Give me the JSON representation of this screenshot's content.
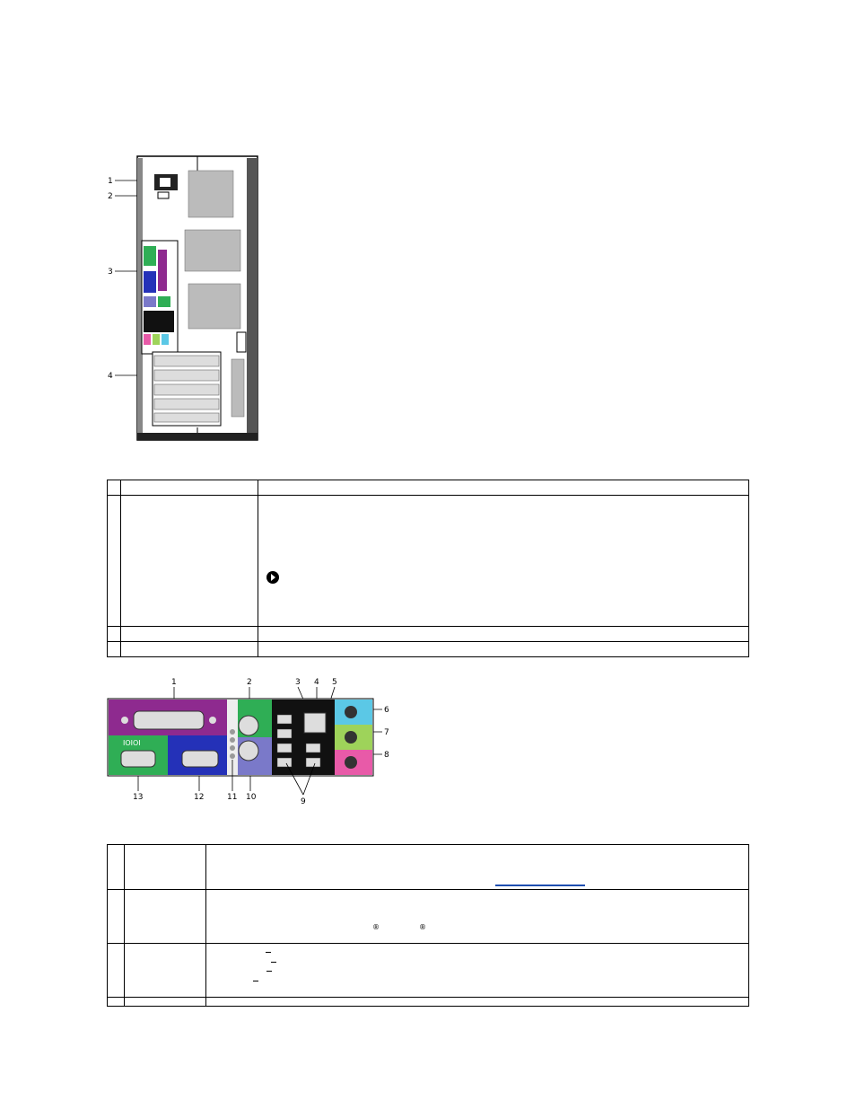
{
  "figure1": {
    "callouts": [
      "1",
      "2",
      "3",
      "4"
    ]
  },
  "figure2": {
    "callouts_top": [
      "1",
      "2",
      "3",
      "4",
      "5"
    ],
    "callouts_right": [
      "6",
      "7",
      "8"
    ],
    "callouts_bottom": [
      "13",
      "12",
      "11",
      "10",
      "9"
    ],
    "serial_port_label": "IOIOI"
  },
  "table1": {
    "rows": 4,
    "notice_icon": "notice-icon"
  },
  "table2": {
    "rows": 4,
    "link_color": "#1f4fb0",
    "registered_mark": "®"
  },
  "colors": {
    "parallel": "#8e2a8f",
    "keyboard": "#7a79c9",
    "mouse": "#2fae55",
    "serial": "#2fae55",
    "video": "#2431b8",
    "line_in": "#5bc8e6",
    "line_out": "#9ed35a",
    "microphone": "#e85aa8",
    "usb_panel": "#111111"
  }
}
